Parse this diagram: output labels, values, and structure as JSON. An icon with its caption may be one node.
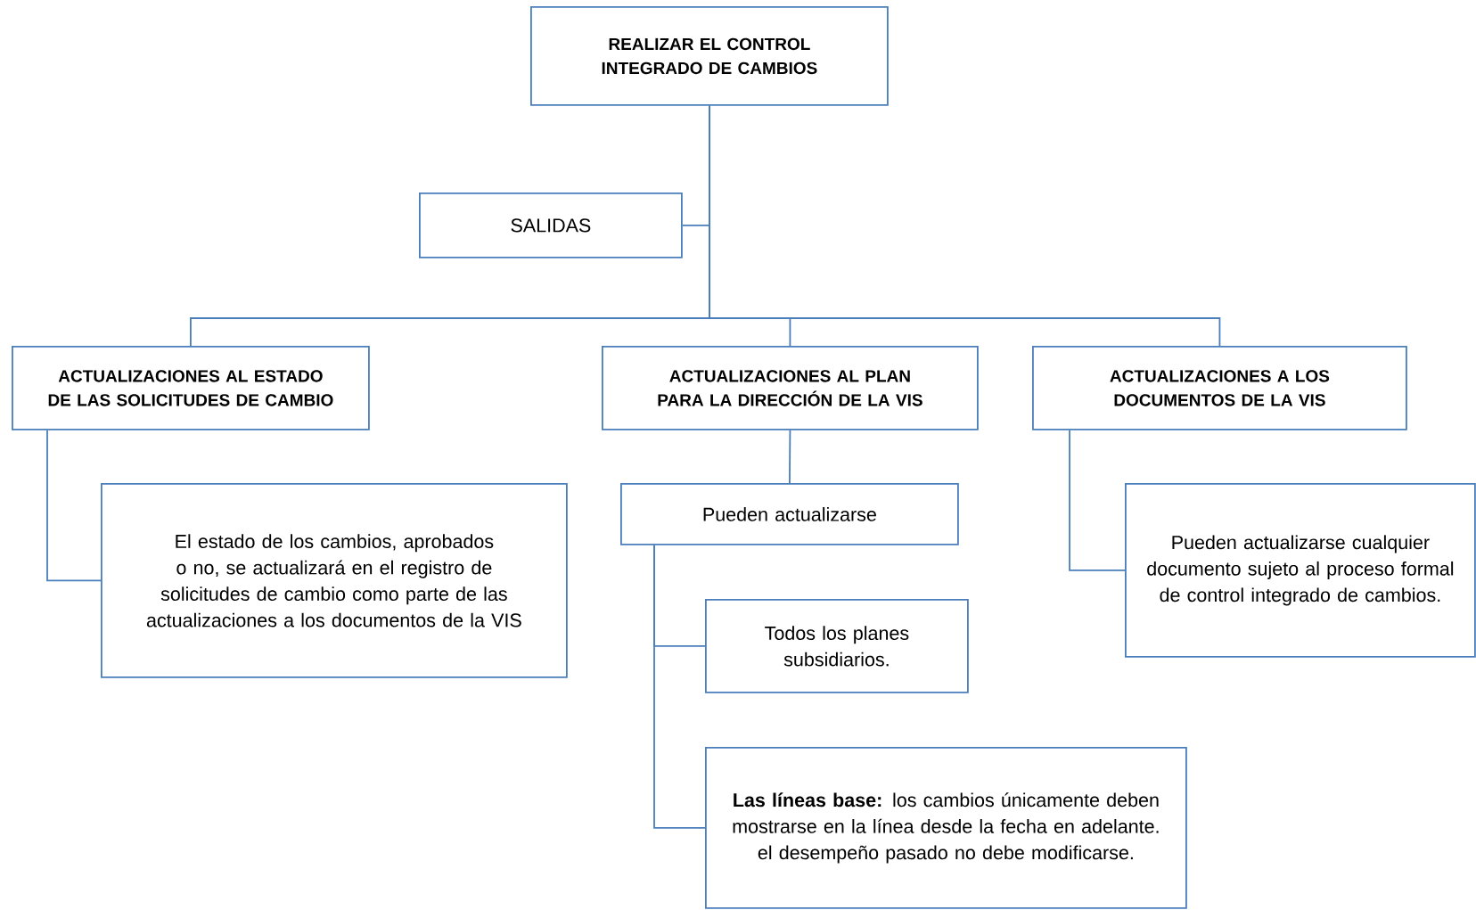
{
  "diagram": {
    "nodes": [
      {
        "text": [
          "REALIZAR EL CONTROL INTEGRADO DE CAMBIOS"
        ]
      },
      {
        "text": [
          "SALIDAS"
        ]
      },
      {
        "text": [
          "ACTUALIZACIONES AL ESTADO DE LAS SOLICITUDES DE CAMBIO"
        ]
      },
      {
        "text": [
          "ACTUALIZACIONES AL PLAN PARA LA DIRECCIÓN DE LA VIS"
        ]
      },
      {
        "text": [
          "ACTUALIZACIONES A LOS DOCUMENTOS DE LA VIS"
        ]
      },
      {
        "text": [
          "El estado de los cambios, aprobados o no, se actualizará en el registro de solicitudes de cambio como parte de las actualizaciones a los documentos de la VIS"
        ]
      },
      {
        "text": [
          "Pueden actualizarse"
        ]
      },
      {
        "text": [
          "Todos los planes subsidiarios."
        ]
      },
      {
        "text": [
          "**Las líneas base:** los cambios únicamente deben mostrarse en la línea desde la fecha en adelante. el desempeño pasado no debe modificarse."
        ]
      },
      {
        "text": [
          "Pueden actualizarse cualquier documento sujeto al proceso formal de control integrado de cambios."
        ]
      }
    ],
    "edges": [
      {
        "from": 0,
        "to": 1,
        "arrow": "none"
      },
      {
        "from": 0,
        "to": 2,
        "arrow": "none"
      },
      {
        "from": 0,
        "to": 3,
        "arrow": "none"
      },
      {
        "from": 0,
        "to": 4,
        "arrow": "none"
      },
      {
        "from": 2,
        "to": 5,
        "arrow": "none"
      },
      {
        "from": 3,
        "to": 6,
        "arrow": "none"
      },
      {
        "from": 6,
        "to": 7,
        "arrow": "none"
      },
      {
        "from": 6,
        "to": 8,
        "arrow": "none"
      },
      {
        "from": 4,
        "to": 9,
        "arrow": "none"
      }
    ]
  }
}
